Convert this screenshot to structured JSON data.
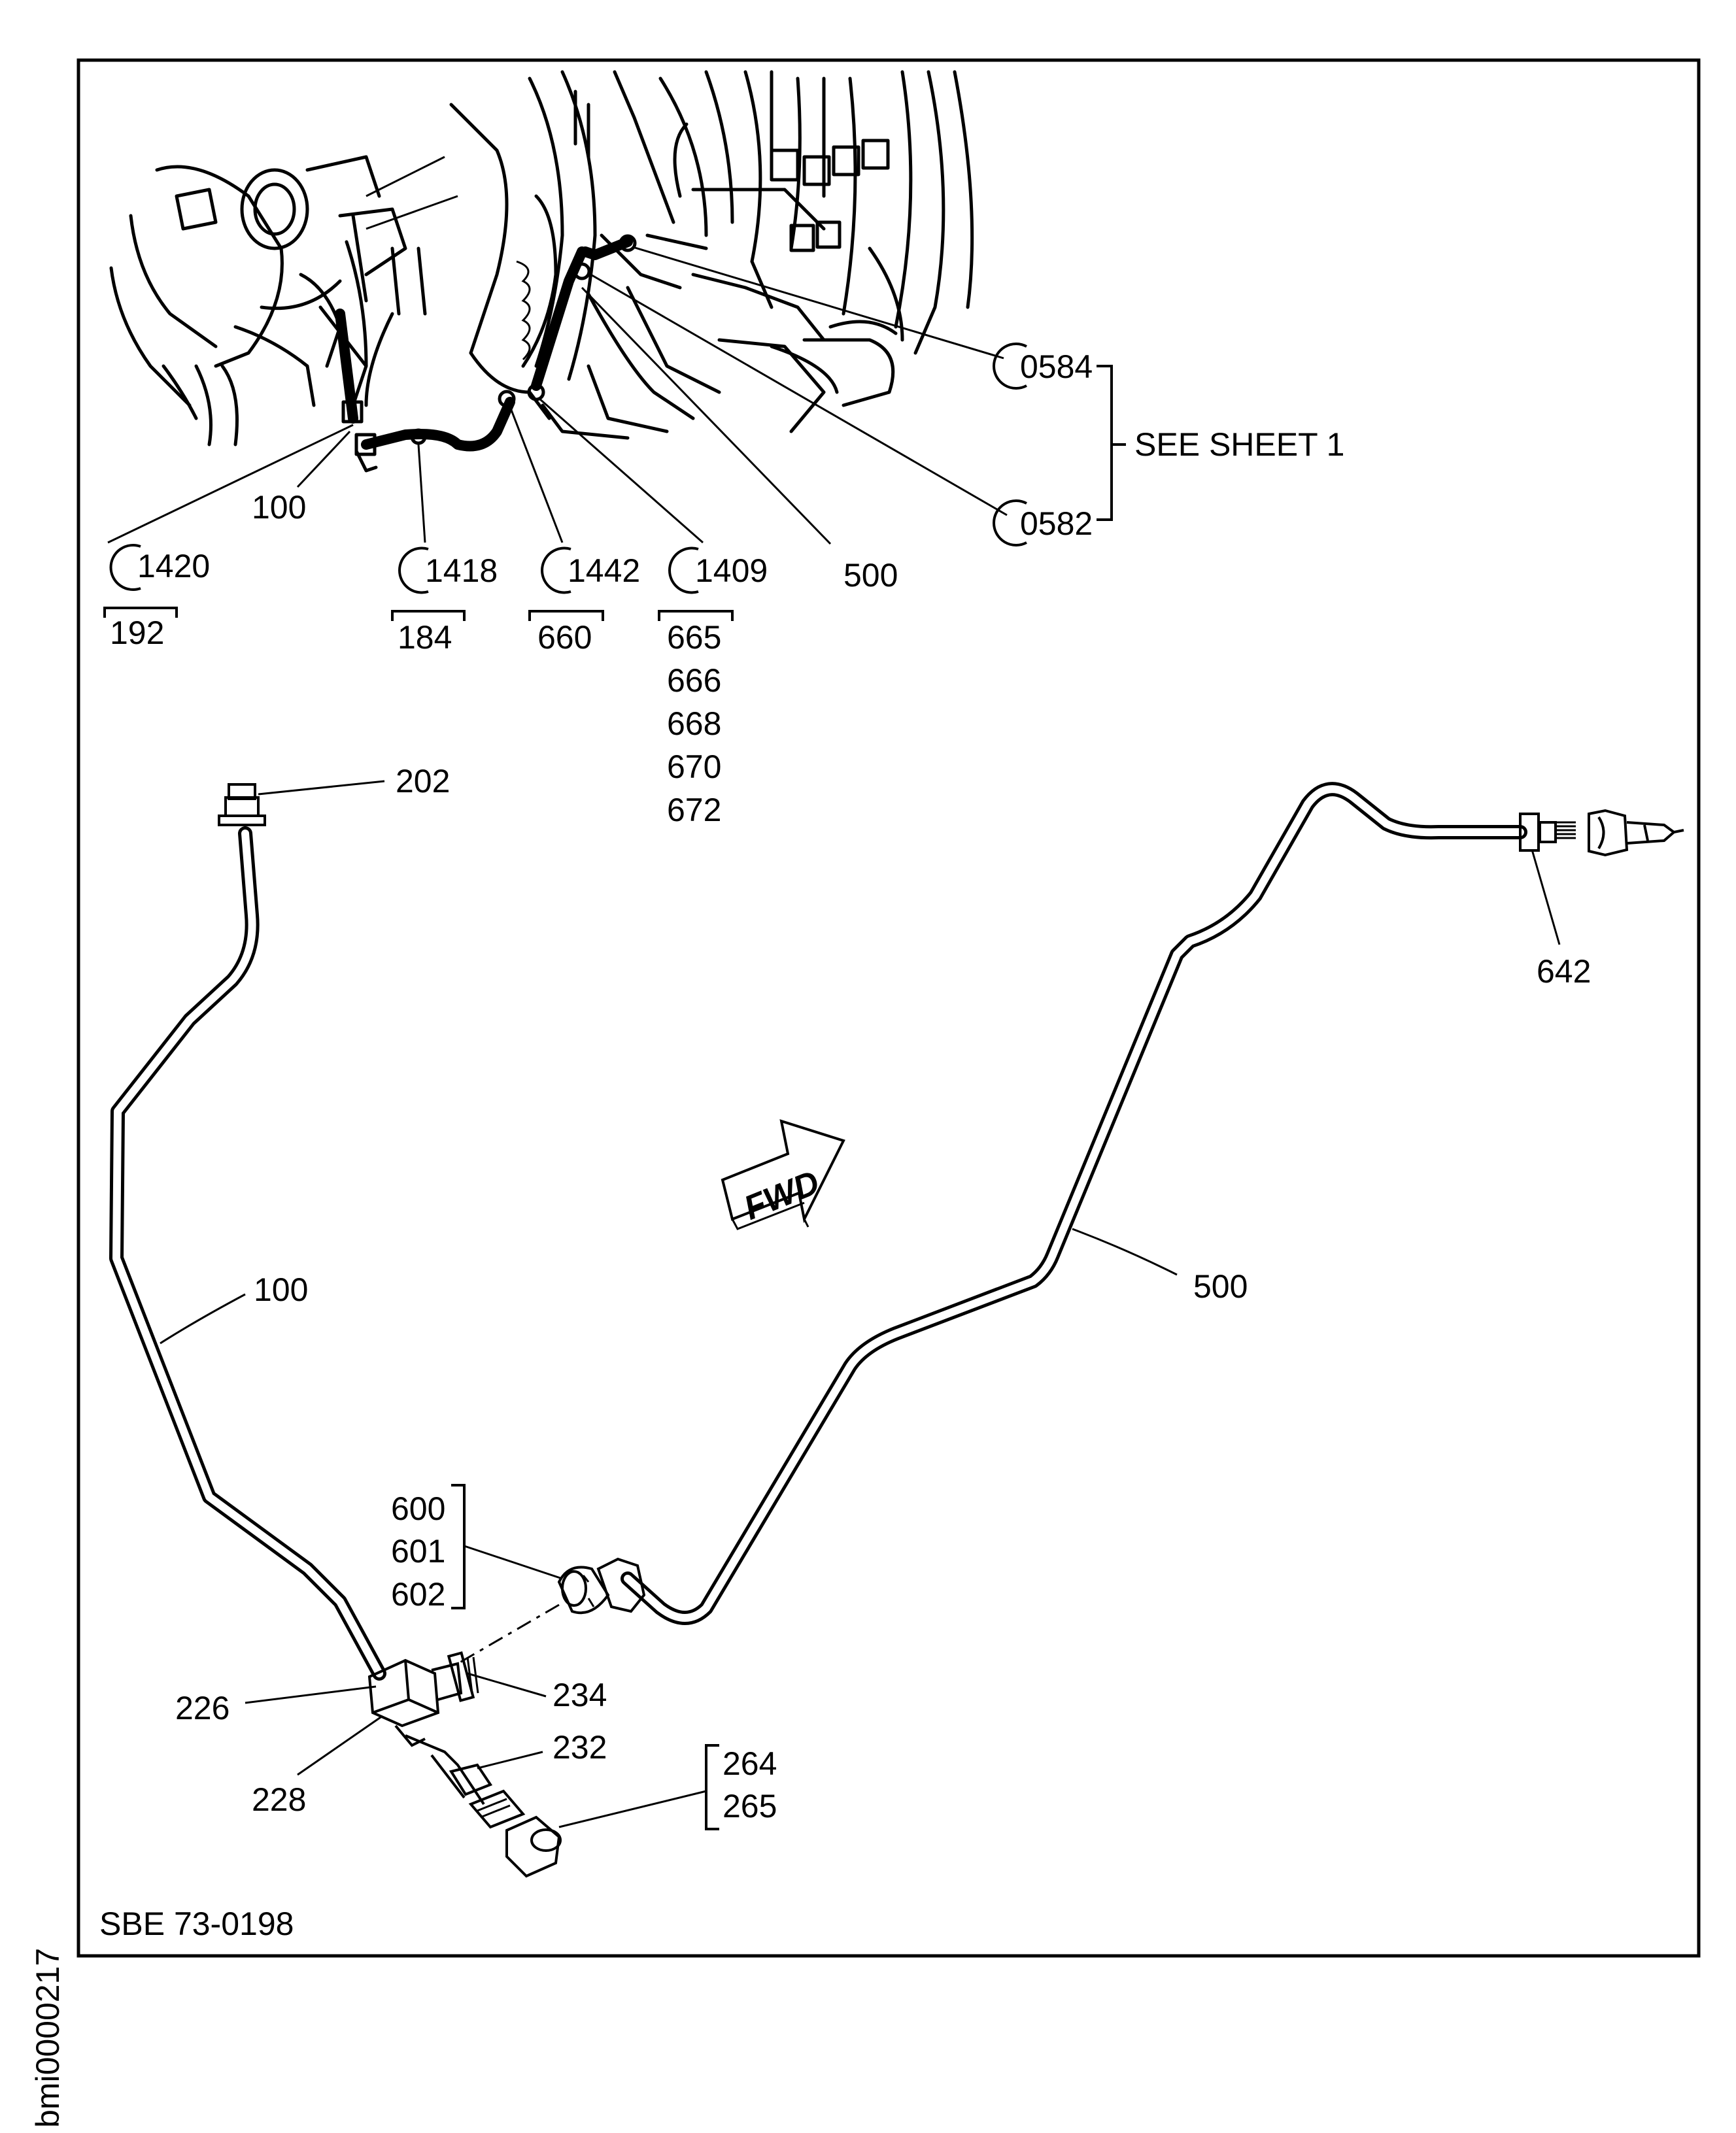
{
  "frame": {
    "reference": "SBE 73-0198"
  },
  "sidebar_id": "bmi0000217",
  "forward_arrow": {
    "text": "FWD"
  },
  "see_sheet": {
    "text": "SEE SHEET 1"
  },
  "callouts": {
    "c0584": "0584",
    "c0582": "0582",
    "c1420": "1420",
    "c1418": "1418",
    "c1442": "1442",
    "c1409": "1409",
    "top100": "100",
    "top500": "500"
  },
  "sub_lists": {
    "under1420": [
      "192"
    ],
    "under1418": [
      "184"
    ],
    "under1442": [
      "660"
    ],
    "under1409": [
      "665",
      "666",
      "668",
      "670",
      "672"
    ]
  },
  "parts": {
    "p202": "202",
    "p642": "642",
    "p100": "100",
    "p500": "500",
    "p600": "600",
    "p601": "601",
    "p602": "602",
    "p226": "226",
    "p234": "234",
    "p228": "228",
    "p232": "232",
    "p264": "264",
    "p265": "265"
  }
}
